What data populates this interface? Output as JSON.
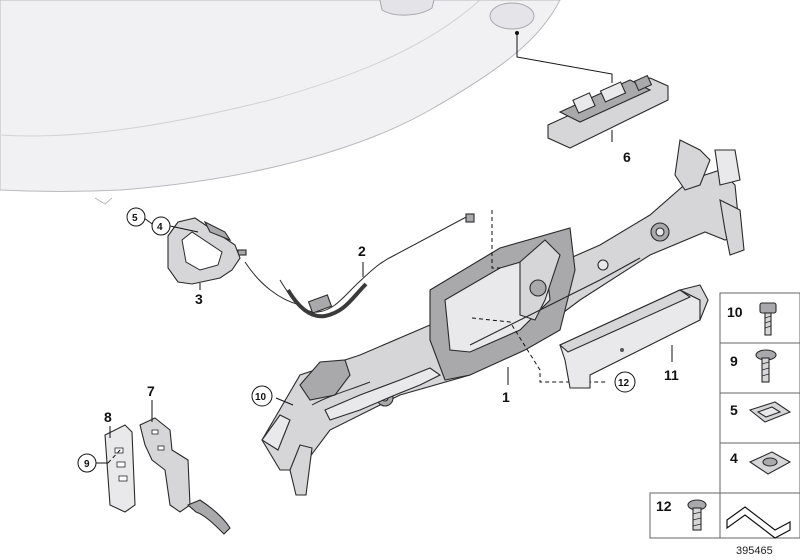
{
  "callouts": {
    "p1": "1",
    "p2": "2",
    "p3": "3",
    "p4": "4",
    "p5": "5",
    "p6": "6",
    "p7": "7",
    "p8": "8",
    "p9": "9",
    "p10": "10",
    "p11": "11",
    "p12": "12"
  },
  "legend": {
    "items": [
      "10",
      "9",
      "5",
      "4",
      "12"
    ]
  },
  "reference_number": "395465"
}
